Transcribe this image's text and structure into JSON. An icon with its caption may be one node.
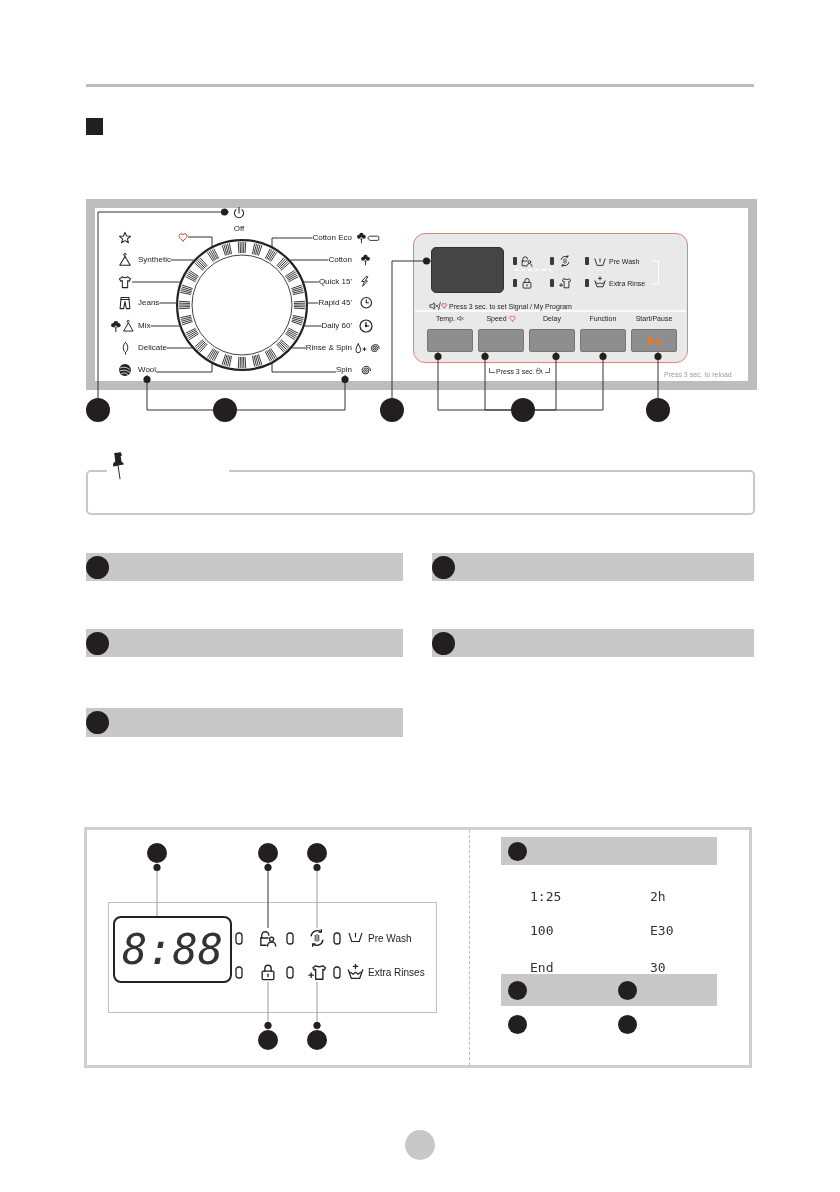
{
  "diagram": {
    "nodes": [
      {
        "text": [
          "Off"
        ]
      },
      {
        "text": [],
        "shape": "circle"
      },
      {
        "text": [],
        "shape": "picture"
      },
      {
        "text": [
          "Cotton Eco"
        ]
      },
      {
        "text": [
          "Synthetic"
        ]
      },
      {
        "text": [
          "Cotton"
        ]
      },
      {
        "text": [],
        "shape": "picture"
      },
      {
        "text": [
          "Quick 15'"
        ]
      },
      {
        "text": [
          "Jeans"
        ]
      },
      {
        "text": [
          "Rapid 45'"
        ]
      },
      {
        "text": [
          "Mix"
        ]
      },
      {
        "text": [
          "Daily 60'"
        ]
      },
      {
        "text": [
          "Delicate"
        ]
      },
      {
        "text": [
          "Rinse & Spin"
        ]
      },
      {
        "text": [
          "Wool"
        ]
      },
      {
        "text": [
          "Spin"
        ]
      },
      {
        "text": [
          "Pre Wash",
          "Extra Rinse",
          "Press 3 sec. to set Signal / My Program"
        ]
      },
      {
        "text": [],
        "shape": "box",
        "in": 16
      },
      {
        "text": [
          "Temp."
        ],
        "in": 16
      },
      {
        "text": [
          "Speed"
        ],
        "in": 16
      },
      {
        "text": [
          "Delay"
        ],
        "in": 16
      },
      {
        "text": [
          "Function"
        ],
        "in": 16
      },
      {
        "text": [
          "Start/Pause"
        ],
        "in": 16
      },
      {
        "text": [],
        "shape": "circle"
      },
      {
        "text": [],
        "shape": "circle"
      },
      {
        "text": [],
        "shape": "circle"
      },
      {
        "text": [],
        "shape": "circle"
      },
      {
        "text": [],
        "shape": "circle"
      },
      {
        "text": [],
        "shape": "circle"
      },
      {
        "text": [],
        "shape": "circle"
      },
      {
        "text": [],
        "shape": "circle"
      },
      {
        "text": [
          "Pre Wash",
          "Extra Rinses"
        ]
      },
      {
        "text": [
          "8:88"
        ],
        "in": 31
      },
      {
        "text": [],
        "shape": "picture",
        "in": 31
      },
      {
        "text": [],
        "shape": "picture",
        "in": 31
      },
      {
        "text": [],
        "shape": "picture",
        "in": 31
      },
      {
        "text": [],
        "shape": "picture",
        "in": 31
      },
      {
        "text": [],
        "shape": "circle"
      },
      {
        "text": [],
        "shape": "circle"
      }
    ],
    "edges": [
      {
        "from": 23,
        "to": 0,
        "arrow": "other"
      },
      {
        "from": 24,
        "to": 14,
        "arrow": "other"
      },
      {
        "from": 24,
        "to": 15,
        "arrow": "other"
      },
      {
        "from": 25,
        "to": 17,
        "arrow": "other"
      },
      {
        "from": 26,
        "to": 18,
        "arrow": "other"
      },
      {
        "from": 26,
        "to": 19,
        "arrow": "other"
      },
      {
        "from": 26,
        "to": 20,
        "arrow": "other"
      },
      {
        "from": 26,
        "to": 21,
        "arrow": "other"
      },
      {
        "from": 27,
        "to": 22,
        "arrow": "other"
      },
      {
        "from": 2,
        "to": 1,
        "arrow": "none"
      },
      {
        "from": 3,
        "to": 1,
        "arrow": "none"
      },
      {
        "from": 4,
        "to": 1,
        "arrow": "none"
      },
      {
        "from": 5,
        "to": 1,
        "arrow": "none"
      },
      {
        "from": 6,
        "to": 1,
        "arrow": "none"
      },
      {
        "from": 7,
        "to": 1,
        "arrow": "none"
      },
      {
        "from": 8,
        "to": 1,
        "arrow": "none"
      },
      {
        "from": 9,
        "to": 1,
        "arrow": "none"
      },
      {
        "from": 10,
        "to": 1,
        "arrow": "none"
      },
      {
        "from": 11,
        "to": 1,
        "arrow": "none"
      },
      {
        "from": 12,
        "to": 1,
        "arrow": "none"
      },
      {
        "from": 13,
        "to": 1,
        "arrow": "none"
      },
      {
        "from": 14,
        "to": 1,
        "arrow": "none"
      },
      {
        "from": 15,
        "to": 1,
        "arrow": "none"
      },
      {
        "from": 32,
        "to": 28,
        "arrow": "other",
        "color": "#999999"
      },
      {
        "from": 33,
        "to": 29,
        "arrow": "other"
      },
      {
        "from": 34,
        "to": 30,
        "arrow": "other",
        "color": "#999999"
      },
      {
        "from": 35,
        "to": 37,
        "arrow": "other",
        "color": "#999999"
      },
      {
        "from": 36,
        "to": 38,
        "arrow": "other",
        "color": "#999999"
      }
    ],
    "labels": [
      "Press 3 sec.",
      "Press 3 sec. to reload",
      "1:25",
      "2h",
      "100",
      "E30",
      "End",
      "30"
    ]
  }
}
